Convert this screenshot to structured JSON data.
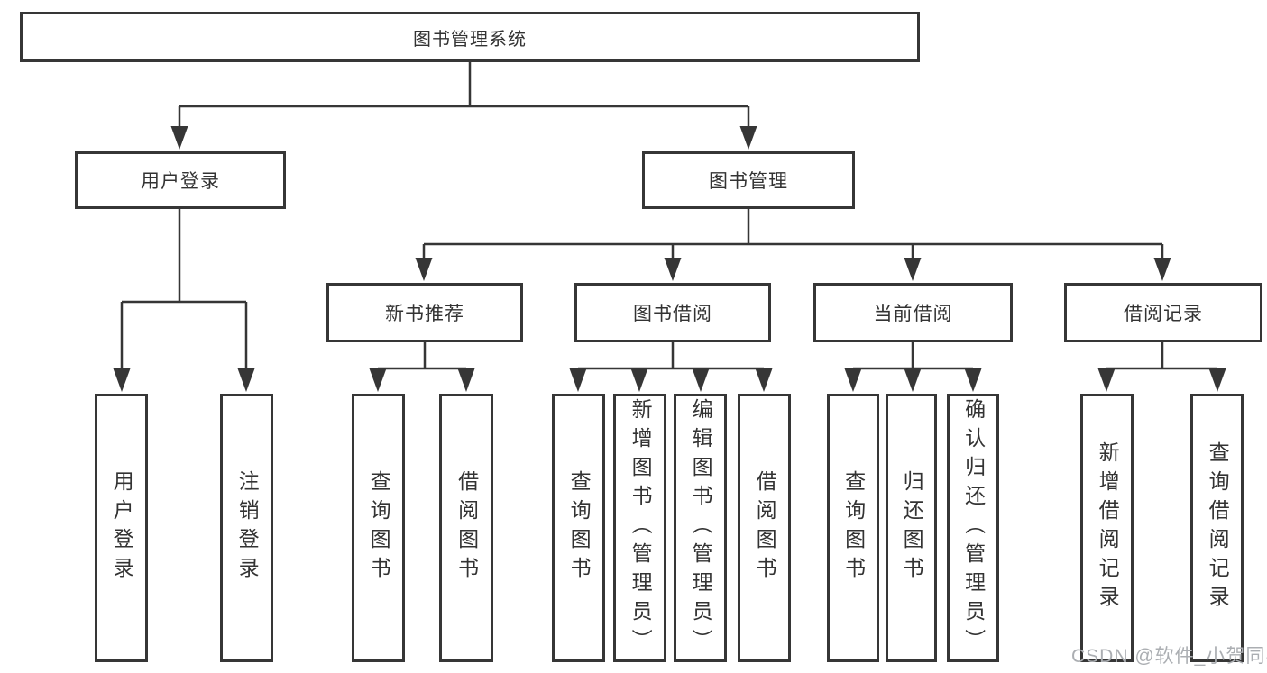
{
  "tree": {
    "label": "图书管理系统",
    "children": [
      {
        "label": "用户登录",
        "children": [
          {
            "label": "用户登录"
          },
          {
            "label": "注销登录"
          }
        ]
      },
      {
        "label": "图书管理",
        "children": [
          {
            "label": "新书推荐",
            "children": [
              {
                "label": "查询图书"
              },
              {
                "label": "借阅图书"
              }
            ]
          },
          {
            "label": "图书借阅",
            "children": [
              {
                "label": "查询图书"
              },
              {
                "label": "新增图书（管理员）"
              },
              {
                "label": "编辑图书（管理员）"
              },
              {
                "label": "借阅图书"
              }
            ]
          },
          {
            "label": "当前借阅",
            "children": [
              {
                "label": "查询图书"
              },
              {
                "label": "归还图书"
              },
              {
                "label": "确认归还（管理员）"
              }
            ]
          },
          {
            "label": "借阅记录",
            "children": [
              {
                "label": "新增借阅记录"
              },
              {
                "label": "查询借阅记录"
              }
            ]
          }
        ]
      }
    ]
  },
  "watermark": {
    "text": "CSDN @软件_小贺同学"
  },
  "colors": {
    "line": "#363636",
    "text": "#333333",
    "background": "#ffffff",
    "watermark": "#abaeb2"
  }
}
